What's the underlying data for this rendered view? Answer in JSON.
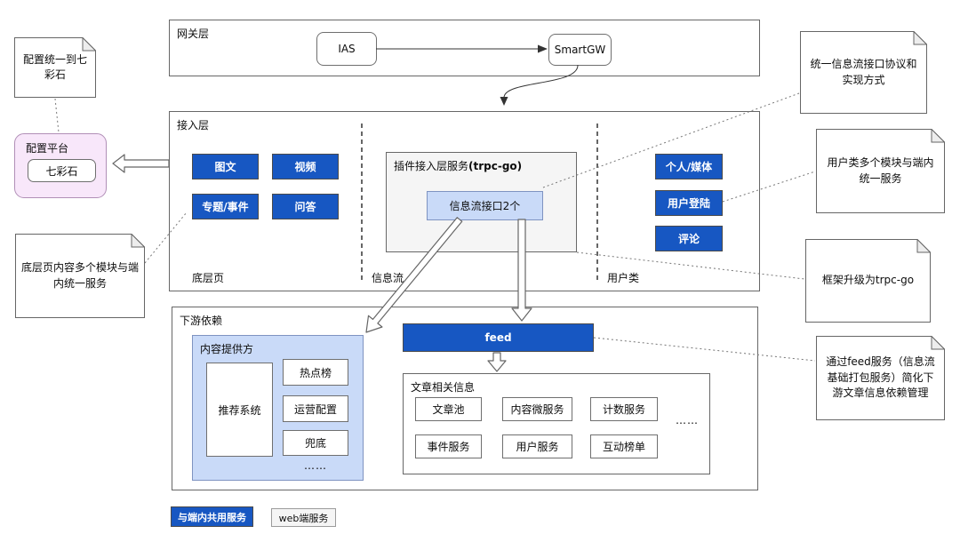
{
  "gateway": {
    "label": "网关层",
    "ias": "IAS",
    "smartgw": "SmartGW"
  },
  "access": {
    "label": "接入层",
    "bottom_page": {
      "label": "底层页",
      "btn1": "图文",
      "btn2": "视频",
      "btn3": "专题/事件",
      "btn4": "问答"
    },
    "infoflow": {
      "label": "信息流",
      "plugin_title": "插件接入层服务",
      "plugin_title_bold": "(trpc-go)",
      "interface_box": "信息流接口2个"
    },
    "user": {
      "label": "用户类",
      "btn1": "个人/媒体",
      "btn2": "用户登陆",
      "btn3": "评论"
    }
  },
  "config_platform": {
    "note": "配置统一到七彩石",
    "label": "配置平台",
    "item": "七彩石"
  },
  "left_note": "底层页内容多个模块与端内统一服务",
  "downstream": {
    "label": "下游依赖",
    "provider": {
      "label": "内容提供方",
      "recommend": "推荐系统",
      "item1": "热点榜",
      "item2": "运营配置",
      "item3": "兜底",
      "more": "……"
    },
    "feed": "feed",
    "article": {
      "label": "文章相关信息",
      "item1": "文章池",
      "item2": "内容微服务",
      "item3": "计数服务",
      "item4": "事件服务",
      "item5": "用户服务",
      "item6": "互动榜单",
      "more": "……"
    }
  },
  "right_notes": {
    "note1": "统一信息流接口协议和实现方式",
    "note2": "用户类多个模块与端内统一服务",
    "note3": "框架升级为trpc-go",
    "note4": "通过feed服务（信息流基础打包服务）简化下游文章信息依赖管理"
  },
  "legend": {
    "shared": "与端内共用服务",
    "web": "web端服务"
  },
  "colors": {
    "primary_blue": "#1757C2",
    "light_blue": "#C9DAF8",
    "panel_gray": "#F5F5F5",
    "pink": "#F8E7FA"
  }
}
